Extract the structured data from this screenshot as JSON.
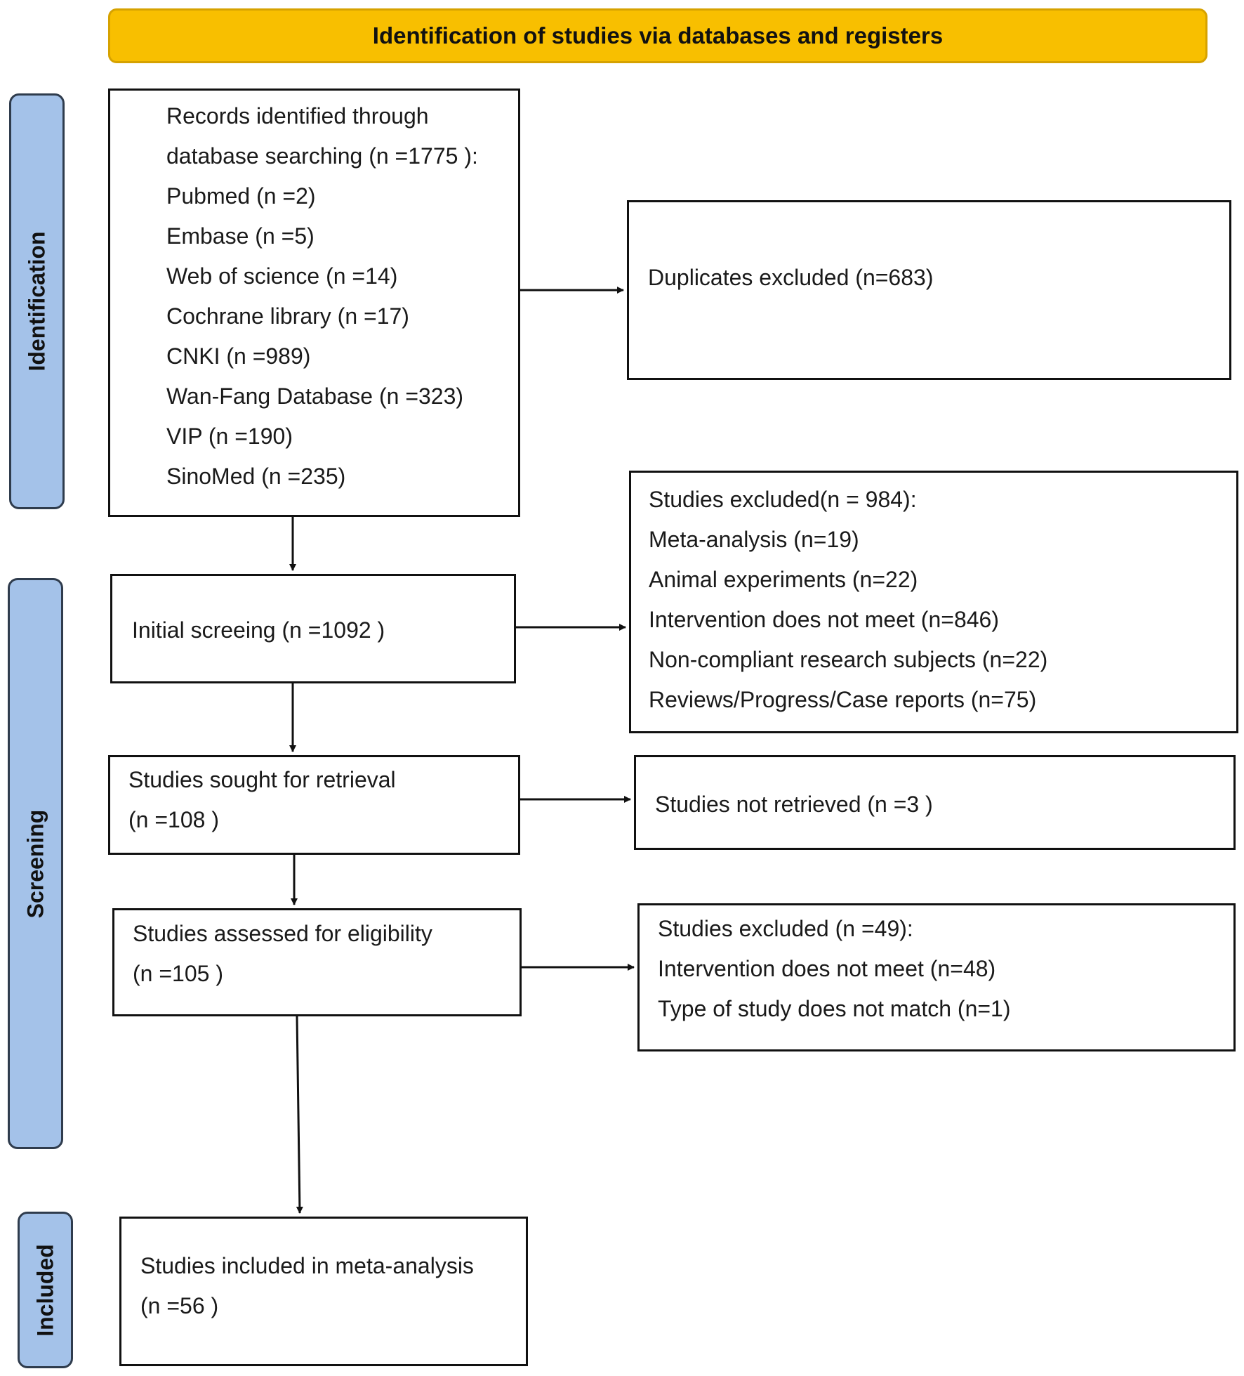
{
  "header": {
    "title": "Identification of studies via databases and registers"
  },
  "phases": {
    "identification": "Identification",
    "screening": "Screening",
    "included": "Included"
  },
  "records": {
    "lines": [
      "Records identified through",
      "database searching (n =1775 ):",
      "Pubmed (n =2)",
      "Embase (n =5)",
      "Web of science (n =14)",
      "Cochrane library (n =17)",
      "CNKI (n =989)",
      "Wan-Fang Database (n =323)",
      "VIP (n =190)",
      "SinoMed (n =235)"
    ]
  },
  "duplicates": {
    "lines": [
      "Duplicates excluded (n=683)"
    ]
  },
  "initial_screening": {
    "lines": [
      "Initial screeing (n =1092 )"
    ]
  },
  "excluded_screening": {
    "lines": [
      "Studies excluded(n = 984):",
      "Meta-analysis (n=19)",
      "Animal experiments (n=22)",
      "Intervention does not meet (n=846)",
      "Non-compliant research subjects (n=22)",
      "Reviews/Progress/Case reports (n=75)"
    ]
  },
  "sought": {
    "lines": [
      "Studies sought for retrieval",
      "(n =108 )"
    ]
  },
  "not_retrieved": {
    "lines": [
      "Studies not retrieved (n =3 )"
    ]
  },
  "assessed": {
    "lines": [
      "Studies assessed for eligibility",
      "(n =105 )"
    ]
  },
  "excluded_eligibility": {
    "lines": [
      "Studies excluded (n =49):",
      "Intervention does not meet (n=48)",
      "Type of study does not match (n=1)"
    ]
  },
  "included": {
    "lines": [
      "Studies included in meta-analysis",
      "(n =56 )"
    ]
  }
}
